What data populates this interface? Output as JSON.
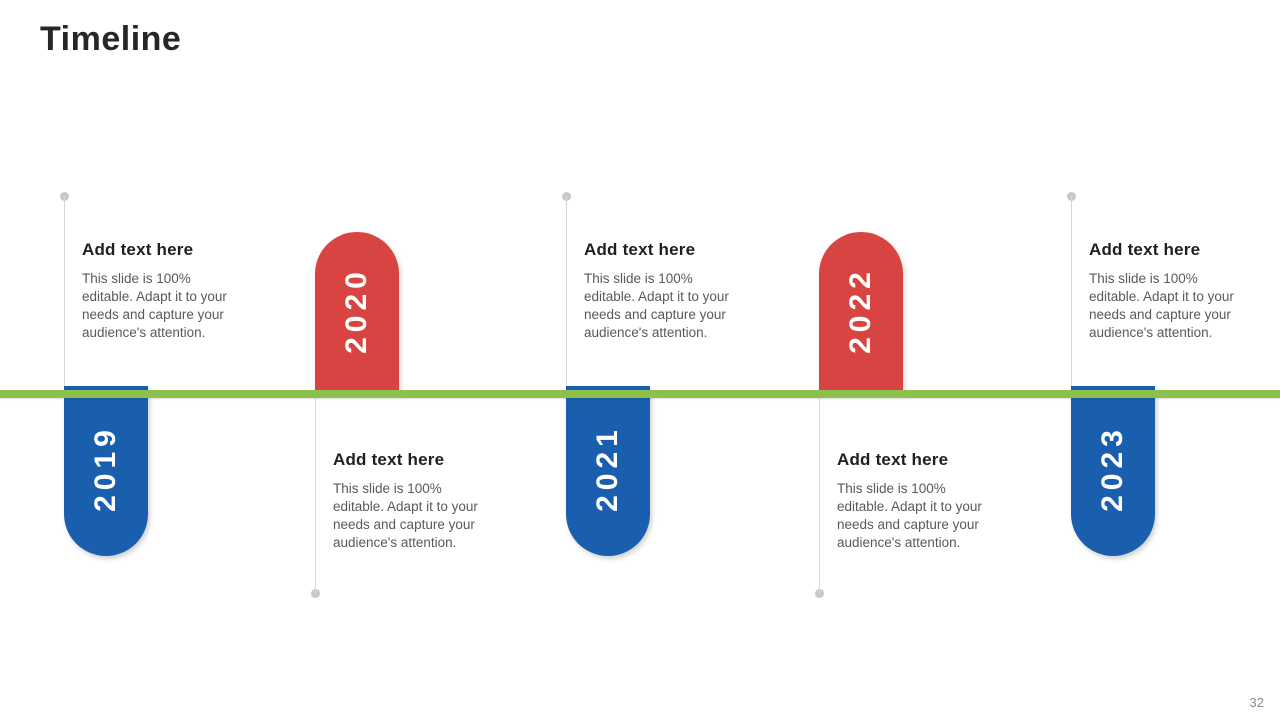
{
  "slide": {
    "title": "Timeline",
    "page_number": "32"
  },
  "colors": {
    "accent_green": "#8DBF4C",
    "pill_blue": "#1A5FAD",
    "pill_red": "#D74442"
  },
  "timeline": {
    "items": [
      {
        "year": "2019",
        "pill_color": "blue",
        "pill_side": "below-line",
        "text_side": "above-line",
        "heading": "Add text here",
        "body": "This slide is 100% editable. Adapt it to your needs and capture your audience's attention."
      },
      {
        "year": "2020",
        "pill_color": "red",
        "pill_side": "above-line",
        "text_side": "below-line",
        "heading": "Add text here",
        "body": "This slide is 100% editable. Adapt it to your needs and capture your audience's attention."
      },
      {
        "year": "2021",
        "pill_color": "blue",
        "pill_side": "below-line",
        "text_side": "above-line",
        "heading": "Add text here",
        "body": "This slide is 100% editable. Adapt it to your needs and capture your audience's attention."
      },
      {
        "year": "2022",
        "pill_color": "red",
        "pill_side": "above-line",
        "text_side": "below-line",
        "heading": "Add text here",
        "body": "This slide is 100% editable. Adapt it to your needs and capture your audience's attention."
      },
      {
        "year": "2023",
        "pill_color": "blue",
        "pill_side": "below-line",
        "text_side": "above-line",
        "heading": "Add text here",
        "body": "This slide is 100% editable. Adapt it to your needs and capture your audience's attention."
      }
    ]
  }
}
